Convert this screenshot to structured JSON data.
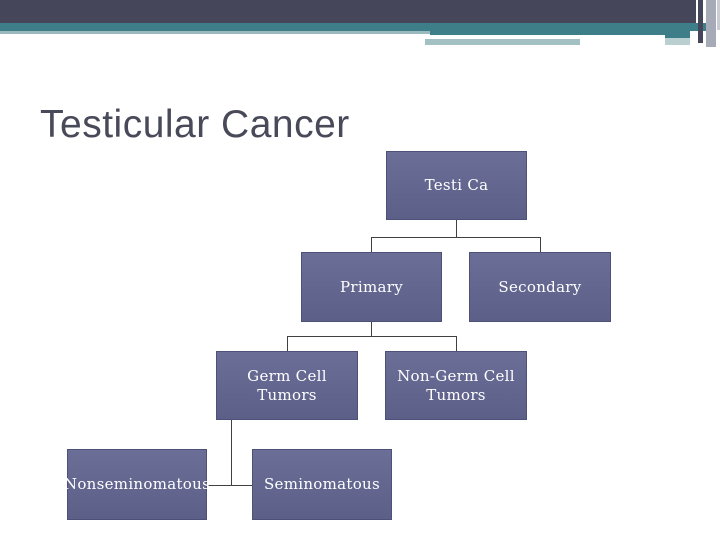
{
  "slide": {
    "title": "Testicular Cancer"
  },
  "colors": {
    "background": "#ffffff",
    "header_dark": "#454659",
    "header_teal": "#3e7e89",
    "header_sage": "#9bbabd",
    "header_sage_light": "#b9cfd0",
    "header_gray_stripe": "#a7abb7",
    "title_color": "#484a5a",
    "node_fill_top": "#6b6e97",
    "node_fill_bottom": "#5c5f87",
    "node_border": "#4d5077",
    "node_text": "#ffffff",
    "connector": "#404040"
  },
  "diagram": {
    "type": "hierarchy",
    "nodes": [
      {
        "id": "testi-ca",
        "label": "Testi Ca",
        "parent": null
      },
      {
        "id": "primary",
        "label": "Primary",
        "parent": "testi-ca"
      },
      {
        "id": "secondary",
        "label": "Secondary",
        "parent": "testi-ca"
      },
      {
        "id": "germ-cell-tumors",
        "label": "Germ Cell Tumors",
        "parent": "primary"
      },
      {
        "id": "non-germ-cell-tumors",
        "label": "Non-Germ Cell Tumors",
        "parent": "primary"
      },
      {
        "id": "nonseminomatous",
        "label": "Nonseminomatous",
        "parent": "germ-cell-tumors"
      },
      {
        "id": "seminomatous",
        "label": "Seminomatous",
        "parent": "germ-cell-tumors"
      }
    ]
  }
}
